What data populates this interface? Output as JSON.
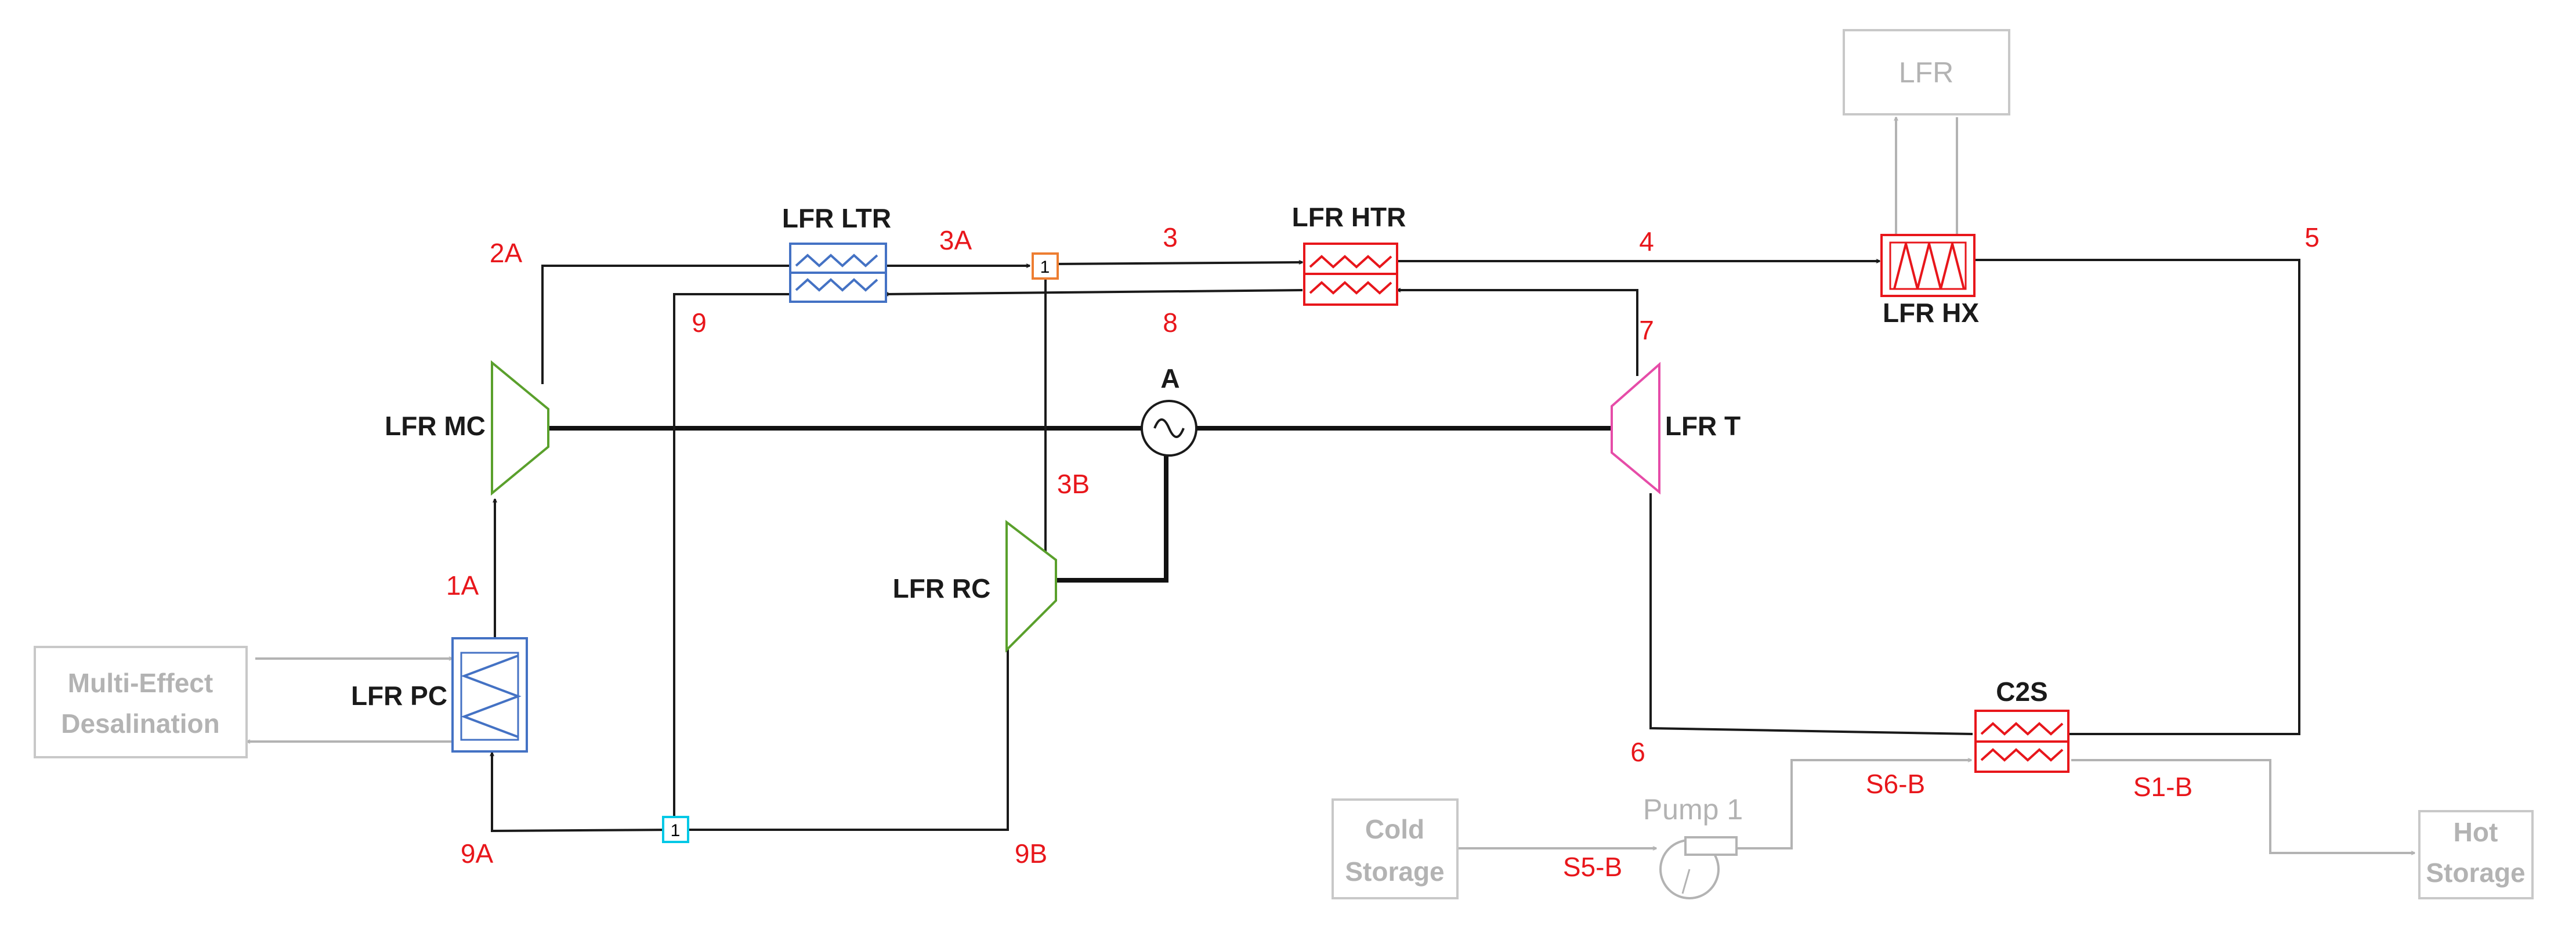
{
  "components": {
    "lfr_ltr": "LFR LTR",
    "lfr_htr": "LFR HTR",
    "lfr_hx": "LFR HX",
    "lfr_mc": "LFR MC",
    "lfr_t": "LFR T",
    "lfr_rc": "LFR RC",
    "lfr_pc": "LFR PC",
    "generator": "A",
    "c2s": "C2S"
  },
  "external": {
    "lfr_source": "LFR",
    "med_line1": "Multi-Effect",
    "med_line2": "Desalination",
    "cold_storage_line1": "Cold",
    "cold_storage_line2": "Storage",
    "hot_storage_line1": "Hot",
    "hot_storage_line2": "Storage",
    "pump": "Pump 1"
  },
  "states": {
    "s2A": "2A",
    "s3A": "3A",
    "s3": "3",
    "s4": "4",
    "s5": "5",
    "s9": "9",
    "s8": "8",
    "s7": "7",
    "s3B": "3B",
    "s1A": "1A",
    "s6": "6",
    "s9A": "9A",
    "s9B": "9B",
    "sS6B": "S6-B",
    "sS1B": "S1-B",
    "sS5B": "S5-B"
  },
  "nodes": {
    "mixer": "1",
    "splitter": "1"
  },
  "colors": {
    "flow_line": "#1a1a1a",
    "label_red": "#e8161b",
    "external_grey": "#b3b3b3",
    "recuperator_low_blue": "#4472c4",
    "recuperator_high_red": "#e8161b",
    "compressor_green": "#5aa02c",
    "turbine_pink": "#e64ca8",
    "mixer_orange": "#ed7d31",
    "splitter_cyan": "#00c8e6"
  }
}
